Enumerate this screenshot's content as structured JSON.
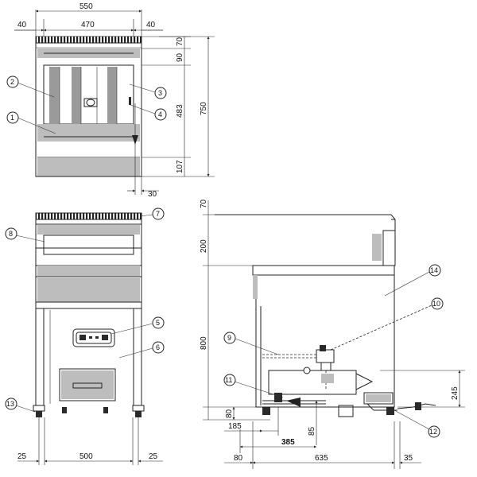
{
  "front_top": {
    "dims": {
      "overall_width": "550",
      "left_margin": "40",
      "inner_width": "470",
      "right_margin": "40",
      "h_top": "70",
      "h_second": "90",
      "h_middle": "483",
      "h_bottom": "107",
      "h_total": "750",
      "offset_30": "30"
    },
    "callouts": [
      "1",
      "2",
      "3",
      "4"
    ]
  },
  "front_bottom": {
    "dims": {
      "left": "25",
      "middle": "500",
      "right": "25"
    },
    "callouts": [
      "5",
      "6",
      "7",
      "8",
      "13"
    ]
  },
  "side": {
    "dims": {
      "h_70": "70",
      "h_200": "200",
      "h_800": "800",
      "h_245": "245",
      "h_80": "80",
      "h_85": "85",
      "w_185": "185",
      "w_385": "385",
      "w_80": "80",
      "w_635": "635",
      "w_35": "35"
    },
    "callouts": [
      "9",
      "10",
      "11",
      "12",
      "14"
    ]
  }
}
